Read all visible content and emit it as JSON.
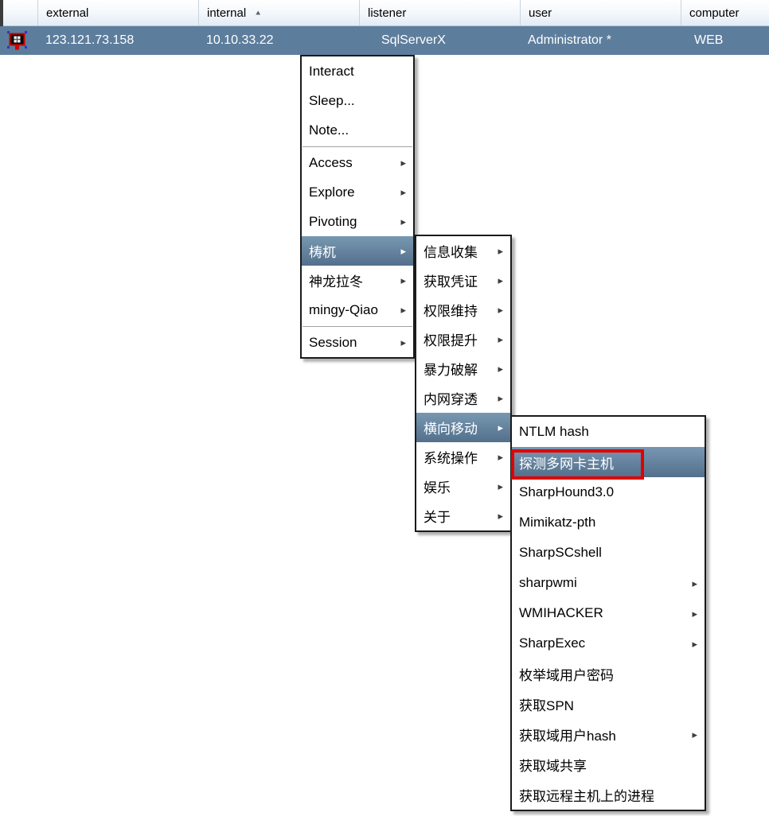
{
  "colors": {
    "selection_blue": "#5d7d9c",
    "menu_highlight_top": "#7897b1",
    "menu_highlight_bottom": "#53708c",
    "annotation_red": "#e10000",
    "header_gradient_bottom": "#e2ebf4"
  },
  "icons": {
    "submenu_arrow": "▸",
    "sort_ascending": "▲",
    "session_icon": "compromised-host"
  },
  "session_table": {
    "columns": [
      {
        "label": "external"
      },
      {
        "label": "internal",
        "sorted": "ascending"
      },
      {
        "label": "listener"
      },
      {
        "label": "user"
      },
      {
        "label": "computer"
      }
    ],
    "row": {
      "external": "123.121.73.158",
      "internal": "10.10.33.22",
      "listener": "SqlServerX",
      "user": "Administrator *",
      "computer": "WEB"
    }
  },
  "menus": {
    "main": {
      "items": [
        {
          "label": "Interact"
        },
        {
          "label": "Sleep..."
        },
        {
          "label": "Note..."
        },
        {
          "label": "Access",
          "has_submenu": true
        },
        {
          "label": "Explore",
          "has_submenu": true
        },
        {
          "label": "Pivoting",
          "has_submenu": true
        },
        {
          "label": "梼杌",
          "has_submenu": true,
          "highlighted": true
        },
        {
          "label": "神龙拉冬",
          "has_submenu": true
        },
        {
          "label": "mingy-Qiao",
          "has_submenu": true
        },
        {
          "label": "Session",
          "has_submenu": true
        }
      ]
    },
    "taowu": {
      "items": [
        {
          "label": "信息收集",
          "has_submenu": true
        },
        {
          "label": "获取凭证",
          "has_submenu": true
        },
        {
          "label": "权限维持",
          "has_submenu": true
        },
        {
          "label": "权限提升",
          "has_submenu": true
        },
        {
          "label": "暴力破解",
          "has_submenu": true
        },
        {
          "label": "内网穿透",
          "has_submenu": true
        },
        {
          "label": "横向移动",
          "has_submenu": true,
          "highlighted": true
        },
        {
          "label": "系统操作",
          "has_submenu": true
        },
        {
          "label": "娱乐",
          "has_submenu": true
        },
        {
          "label": "关于",
          "has_submenu": true
        }
      ]
    },
    "lateral_movement": {
      "items": [
        {
          "label": "NTLM hash"
        },
        {
          "label": "探测多网卡主机",
          "highlighted": true,
          "annotated": true
        },
        {
          "label": "SharpHound3.0"
        },
        {
          "label": "Mimikatz-pth"
        },
        {
          "label": "SharpSCshell"
        },
        {
          "label": "sharpwmi",
          "has_submenu": true
        },
        {
          "label": "WMIHACKER",
          "has_submenu": true
        },
        {
          "label": "SharpExec",
          "has_submenu": true
        },
        {
          "label": "枚举域用户密码"
        },
        {
          "label": "获取SPN"
        },
        {
          "label": "获取域用户hash",
          "has_submenu": true
        },
        {
          "label": "获取域共享"
        },
        {
          "label": "获取远程主机上的进程"
        }
      ]
    }
  }
}
